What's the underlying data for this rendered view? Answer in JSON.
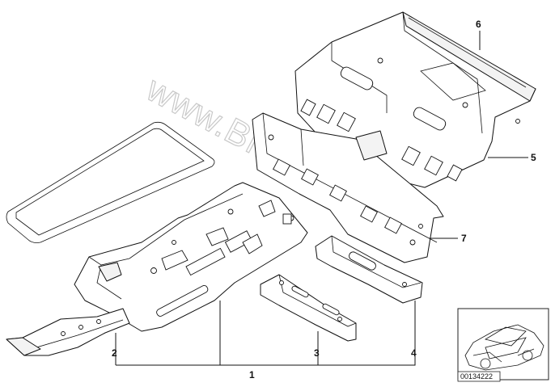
{
  "watermark": {
    "text": "www.BMWstore.pl"
  },
  "callouts": [
    {
      "id": "1",
      "label": "1"
    },
    {
      "id": "2",
      "label": "2"
    },
    {
      "id": "3",
      "label": "3"
    },
    {
      "id": "4",
      "label": "4"
    },
    {
      "id": "5",
      "label": "5"
    },
    {
      "id": "6",
      "label": "6"
    },
    {
      "id": "7",
      "label": "7"
    }
  ],
  "thumbnail": {
    "reference_number": "00134222"
  }
}
